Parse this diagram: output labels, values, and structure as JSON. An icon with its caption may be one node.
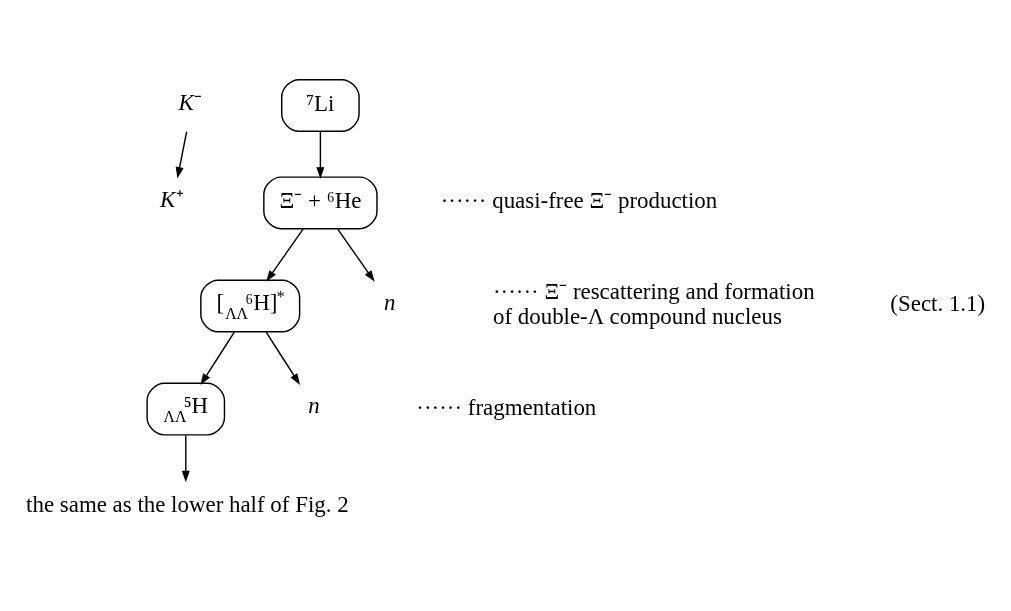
{
  "diagram": {
    "nodes": [
      {
        "text": [
          "⁷Li"
        ]
      },
      {
        "text": [
          "Ξ⁻ + ⁶He"
        ]
      },
      {
        "text": [
          "[$_{ΛΛ}$⁶H]$^{*}$"
        ]
      },
      {
        "text": [
          "$_{ΛΛ}$⁵H"
        ]
      },
      {
        "text": [
          "*K*⁻"
        ]
      },
      {
        "text": [
          "*K*⁺"
        ]
      },
      {
        "text": [
          "n"
        ]
      },
      {
        "text": [
          "n"
        ]
      },
      {
        "text": [
          "the same as the lower half of Fig. 2"
        ]
      }
    ],
    "edges": [
      {
        "from": 0,
        "to": 1,
        "arrow": "to"
      },
      {
        "from": 4,
        "to": 5,
        "arrow": "to"
      },
      {
        "from": 1,
        "to": 6,
        "arrow": "to"
      },
      {
        "from": 1,
        "to": 2,
        "arrow": "to"
      },
      {
        "from": 2,
        "to": 7,
        "arrow": "to"
      },
      {
        "from": 2,
        "to": 3,
        "arrow": "to"
      },
      {
        "from": 3,
        "to": 8,
        "arrow": "to"
      }
    ],
    "labels": [
      "······ quasi-free Ξ⁻ production",
      "······ Ξ⁻ rescattering and formation of double-Λ compound nucleus",
      "······ fragmentation",
      "(Sect. 1.1)"
    ]
  }
}
